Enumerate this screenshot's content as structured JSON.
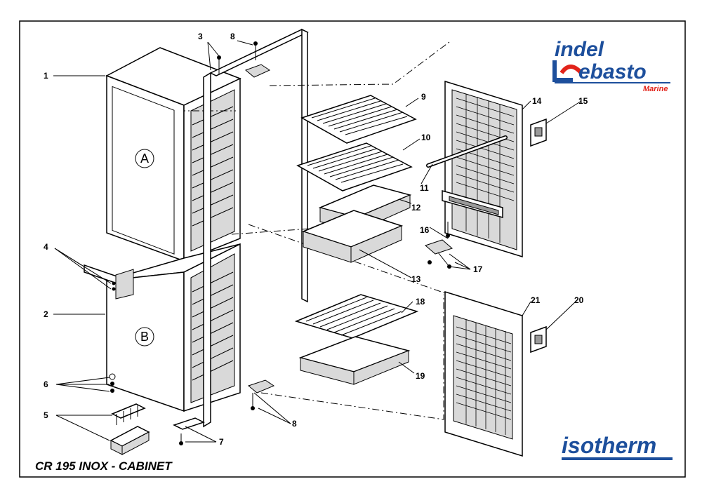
{
  "title": "CR 195 INOX - CABINET",
  "brand": {
    "line1": "indel",
    "line2": "ebasto",
    "line3": "Marine",
    "logo2": "isotherm",
    "blue": "#1d4f9c",
    "red": "#e2231a"
  },
  "section_labels": [
    "A",
    "B"
  ],
  "part_numbers": [
    "1",
    "2",
    "3",
    "4",
    "5",
    "6",
    "7",
    "8",
    "8",
    "9",
    "10",
    "11",
    "12",
    "13",
    "14",
    "15",
    "16",
    "17",
    "18",
    "19",
    "20",
    "21"
  ]
}
